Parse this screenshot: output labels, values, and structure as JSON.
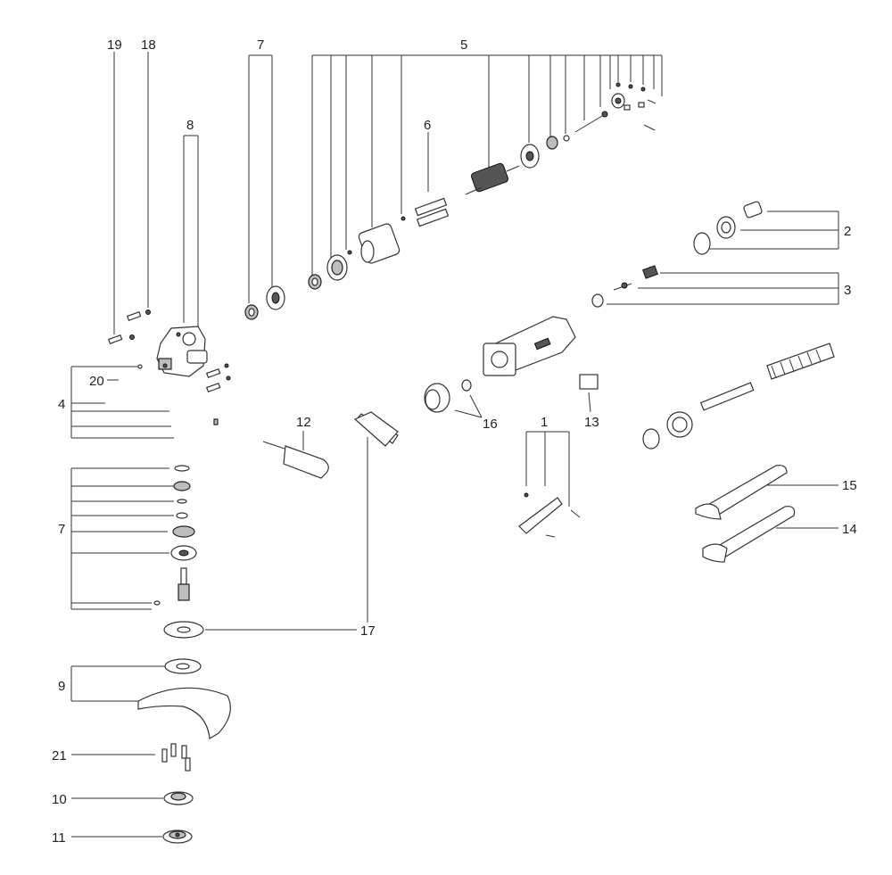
{
  "diagram": {
    "callouts": [
      {
        "id": "c19",
        "text": "19"
      },
      {
        "id": "c18",
        "text": "18"
      },
      {
        "id": "c7a",
        "text": "7"
      },
      {
        "id": "c5",
        "text": "5"
      },
      {
        "id": "c8",
        "text": "8"
      },
      {
        "id": "c6",
        "text": "6"
      },
      {
        "id": "c2",
        "text": "2"
      },
      {
        "id": "c3",
        "text": "3"
      },
      {
        "id": "c20",
        "text": "20"
      },
      {
        "id": "c4",
        "text": "4"
      },
      {
        "id": "c12",
        "text": "12"
      },
      {
        "id": "c16",
        "text": "16"
      },
      {
        "id": "c1",
        "text": "1"
      },
      {
        "id": "c13",
        "text": "13"
      },
      {
        "id": "c15",
        "text": "15"
      },
      {
        "id": "c14",
        "text": "14"
      },
      {
        "id": "c7b",
        "text": "7"
      },
      {
        "id": "c17",
        "text": "17"
      },
      {
        "id": "c9",
        "text": "9"
      },
      {
        "id": "c21",
        "text": "21"
      },
      {
        "id": "c10",
        "text": "10"
      },
      {
        "id": "c11",
        "text": "11"
      }
    ]
  }
}
